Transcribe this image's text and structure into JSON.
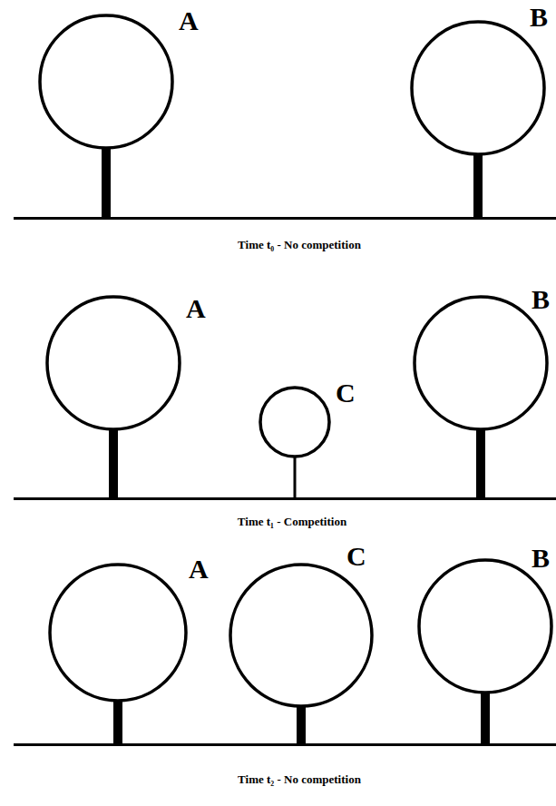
{
  "diagram": {
    "nodes": [
      {
        "text": [
          "A"
        ]
      },
      {
        "text": [
          "B"
        ]
      },
      {
        "text": [
          "A"
        ]
      },
      {
        "text": [
          "C"
        ]
      },
      {
        "text": [
          "B"
        ]
      },
      {
        "text": [
          "A"
        ]
      },
      {
        "text": [
          "C"
        ]
      },
      {
        "text": [
          "B"
        ]
      }
    ],
    "labels": [
      "Time t₀ - No competition",
      "Time t₁ - Competition",
      "Time t₂ - No competition"
    ]
  }
}
